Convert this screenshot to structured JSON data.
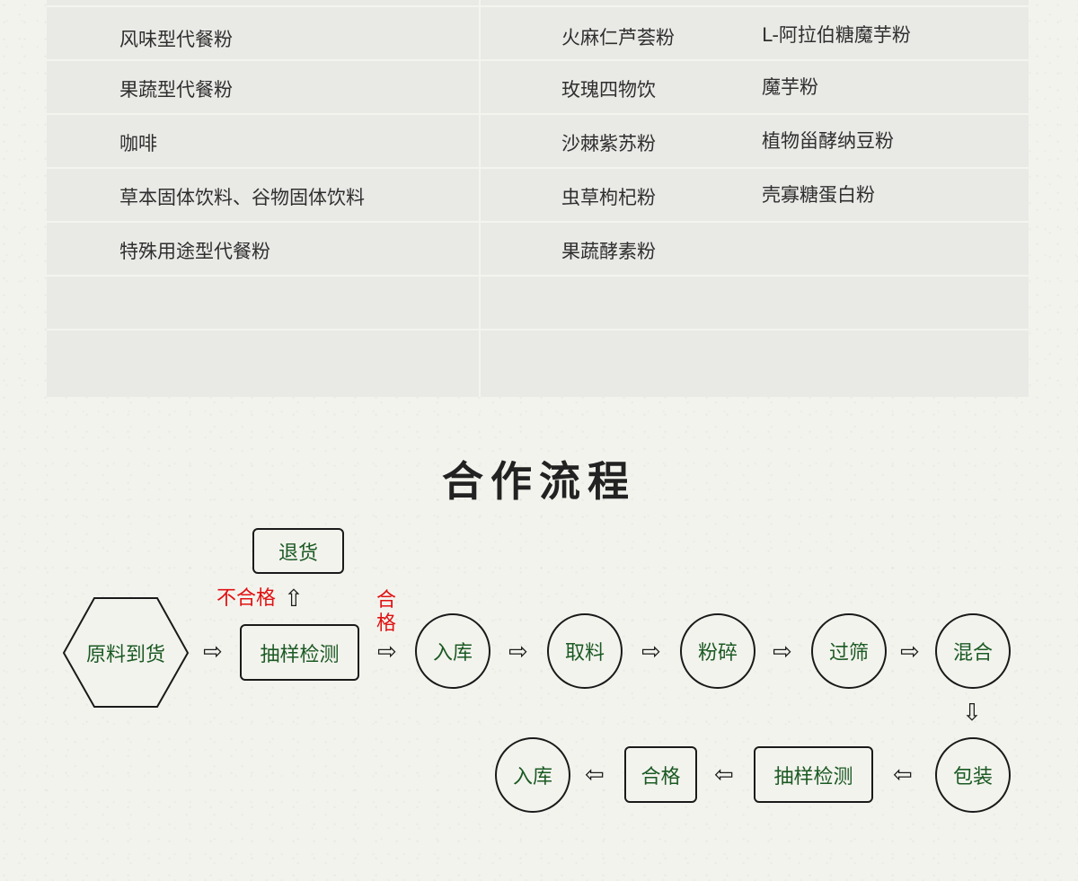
{
  "table": {
    "rows": [
      [
        "风味型代餐粉",
        "火麻仁芦荟粉",
        "L-阿拉伯糖魔芋粉"
      ],
      [
        "果蔬型代餐粉",
        "玫瑰四物饮",
        "魔芋粉"
      ],
      [
        "咖啡",
        "沙棘紫苏粉",
        "植物甾酵纳豆粉"
      ],
      [
        "草本固体饮料、谷物固体饮料",
        "虫草枸杞粉",
        "壳寡糖蛋白粉"
      ],
      [
        "特殊用途型代餐粉",
        "果蔬酵素粉",
        ""
      ],
      [
        "",
        "",
        ""
      ],
      [
        "",
        "",
        ""
      ]
    ]
  },
  "section_title": "合作流程",
  "flow": {
    "raw_arrival": "原料到货",
    "sample_test_1": "抽样检测",
    "returned": "退货",
    "unqualified": "不合格",
    "qualified_vertical": "合格",
    "storage_1": "入库",
    "take_material": "取料",
    "crush": "粉碎",
    "sieve": "过筛",
    "mix": "混合",
    "packaging": "包装",
    "sample_test_2": "抽样检测",
    "qualified": "合格",
    "storage_2": "入库"
  },
  "arrows": {
    "right": "⇨",
    "left": "⇦",
    "up": "⇧",
    "down": "⇩"
  }
}
